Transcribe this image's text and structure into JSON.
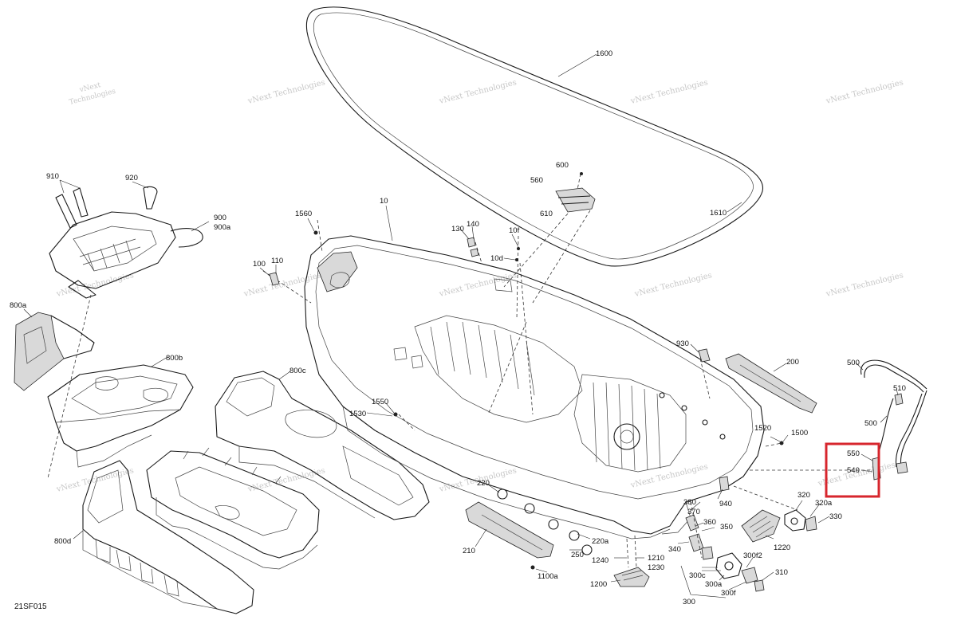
{
  "diagram_code": "21SF015",
  "watermark": {
    "line1": "vNext",
    "line2": "Technologies",
    "line3": "vNext Technologies"
  },
  "highlight_color": "#d7262d",
  "callouts": [
    {
      "id": "c1600",
      "text": "1600"
    },
    {
      "id": "c1610",
      "text": "1610"
    },
    {
      "id": "c600",
      "text": "600"
    },
    {
      "id": "c560",
      "text": "560"
    },
    {
      "id": "c610",
      "text": "610"
    },
    {
      "id": "c910",
      "text": "910"
    },
    {
      "id": "c920",
      "text": "920"
    },
    {
      "id": "c900",
      "text": "900"
    },
    {
      "id": "c900a",
      "text": "900a"
    },
    {
      "id": "c10",
      "text": "10"
    },
    {
      "id": "c1560",
      "text": "1560"
    },
    {
      "id": "c140",
      "text": "140"
    },
    {
      "id": "c130",
      "text": "130"
    },
    {
      "id": "c10f",
      "text": "10f"
    },
    {
      "id": "c10d",
      "text": "10d"
    },
    {
      "id": "c100",
      "text": "100"
    },
    {
      "id": "c110",
      "text": "110"
    },
    {
      "id": "c800a",
      "text": "800a"
    },
    {
      "id": "c800b",
      "text": "800b"
    },
    {
      "id": "c800c",
      "text": "800c"
    },
    {
      "id": "c930",
      "text": "930"
    },
    {
      "id": "c200",
      "text": "200"
    },
    {
      "id": "c500a",
      "text": "500"
    },
    {
      "id": "c510",
      "text": "510"
    },
    {
      "id": "c500b",
      "text": "500"
    },
    {
      "id": "c1550",
      "text": "1550"
    },
    {
      "id": "c1530",
      "text": "1530"
    },
    {
      "id": "c1520",
      "text": "1520"
    },
    {
      "id": "c1500",
      "text": "1500"
    },
    {
      "id": "c550",
      "text": "550"
    },
    {
      "id": "c540",
      "text": "540"
    },
    {
      "id": "c220",
      "text": "220"
    },
    {
      "id": "c380",
      "text": "380"
    },
    {
      "id": "c940",
      "text": "940"
    },
    {
      "id": "c320",
      "text": "320"
    },
    {
      "id": "c320a",
      "text": "320a"
    },
    {
      "id": "c330",
      "text": "330"
    },
    {
      "id": "c370",
      "text": "370"
    },
    {
      "id": "c360",
      "text": "360"
    },
    {
      "id": "c350",
      "text": "350"
    },
    {
      "id": "c800d",
      "text": "800d"
    },
    {
      "id": "c210",
      "text": "210"
    },
    {
      "id": "c220a",
      "text": "220a"
    },
    {
      "id": "c250",
      "text": "250"
    },
    {
      "id": "c340",
      "text": "340"
    },
    {
      "id": "c1220",
      "text": "1220"
    },
    {
      "id": "c300f2",
      "text": "300f2"
    },
    {
      "id": "c1240",
      "text": "1240"
    },
    {
      "id": "c1210",
      "text": "1210"
    },
    {
      "id": "c1230",
      "text": "1230"
    },
    {
      "id": "c1100a",
      "text": "1100a"
    },
    {
      "id": "c300c",
      "text": "300c"
    },
    {
      "id": "c310",
      "text": "310"
    },
    {
      "id": "c1200",
      "text": "1200"
    },
    {
      "id": "c300a",
      "text": "300a"
    },
    {
      "id": "c300f",
      "text": "300f"
    },
    {
      "id": "c300",
      "text": "300"
    }
  ]
}
